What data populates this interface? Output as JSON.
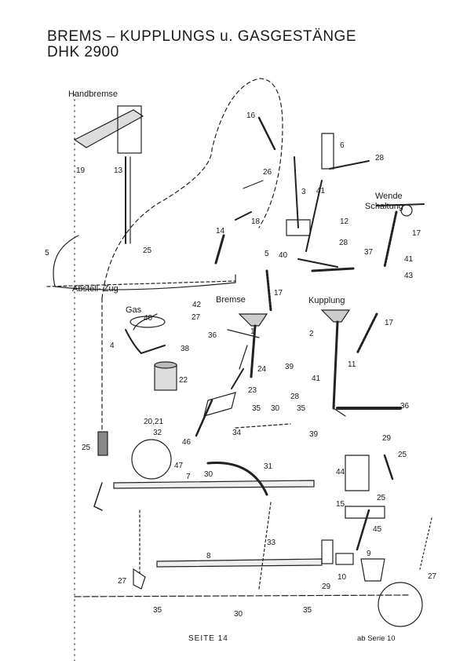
{
  "header": {
    "title_line1": "BREMS – KUPPLUNGS u. GASGESTÄNGE",
    "title_line2": "DHK 2900"
  },
  "labels": {
    "handbremse": "Handbremse",
    "wende": "Wende",
    "schaltung": "Schaltung",
    "abstellzug": "Abstell- Zug",
    "gas": "Gas",
    "bremse": "Bremse",
    "kupplung": "Kupplung"
  },
  "parts": {
    "p1": "1",
    "p2": "2",
    "p3": "3",
    "p4": "4",
    "p5a": "5",
    "p5b": "5",
    "p6": "6",
    "p7": "7",
    "p8": "8",
    "p9": "9",
    "p10": "10",
    "p11": "11",
    "p12": "12",
    "p13": "13",
    "p14": "14",
    "p15": "15",
    "p16": "16",
    "p17a": "17",
    "p17b": "17",
    "p17c": "17",
    "p18": "18",
    "p19": "19",
    "p2021": "20,21",
    "p22": "22",
    "p23": "23",
    "p24": "24",
    "p25a": "25",
    "p25b": "25",
    "p25c": "25",
    "p25d": "25",
    "p26": "26",
    "p27a": "27",
    "p27b": "27",
    "p27c": "27",
    "p28a": "28",
    "p28b": "28",
    "p28c": "28",
    "p29a": "29",
    "p29b": "29",
    "p30a": "30",
    "p30b": "30",
    "p30c": "30",
    "p31": "31",
    "p32": "32",
    "p33": "33",
    "p34": "34",
    "p35a": "35",
    "p35b": "35",
    "p35c": "35",
    "p35d": "35",
    "p36a": "36",
    "p36b": "36",
    "p37": "37",
    "p38": "38",
    "p39a": "39",
    "p39b": "39",
    "p40a": "40",
    "p40b": "40",
    "p41a": "41",
    "p41b": "41",
    "p41c": "41",
    "p42": "42",
    "p43": "43",
    "p44": "44",
    "p45": "45",
    "p46": "46",
    "p47": "47"
  },
  "footer": {
    "page": "SEITE 14",
    "series": "ab Serie 10"
  }
}
